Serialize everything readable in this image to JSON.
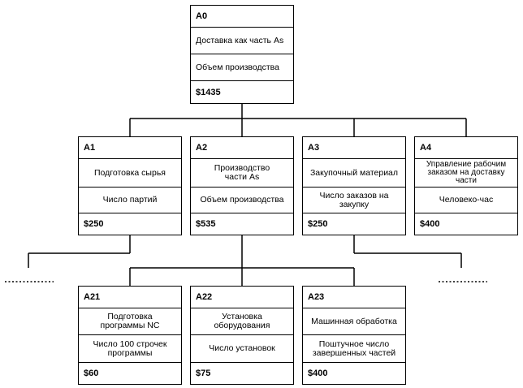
{
  "nodes": {
    "a0": {
      "id": "A0",
      "title": "Доставка как часть As",
      "driver": "Объем производства",
      "cost": "$1435"
    },
    "a1": {
      "id": "A1",
      "title": "Подготовка сырья",
      "driver": "Число партий",
      "cost": "$250"
    },
    "a2": {
      "id": "A2",
      "title": "Производство части As",
      "driver": "Объем производства",
      "cost": "$535"
    },
    "a3": {
      "id": "A3",
      "title": "Закупочный материал",
      "driver": "Число заказов на закупку",
      "cost": "$250"
    },
    "a4": {
      "id": "A4",
      "title": "Управление рабочим заказом на доставку части",
      "driver": "Человеко-час",
      "cost": "$400"
    },
    "a21": {
      "id": "A21",
      "title": "Подготовка программы NC",
      "driver": "Число 100 строчек программы",
      "cost": "$60"
    },
    "a22": {
      "id": "A22",
      "title": "Установка оборудования",
      "driver": "Число установок",
      "cost": "$75"
    },
    "a23": {
      "id": "A23",
      "title": "Машинная обработка",
      "driver": "Поштучное число завершенных частей",
      "cost": "$400"
    }
  }
}
